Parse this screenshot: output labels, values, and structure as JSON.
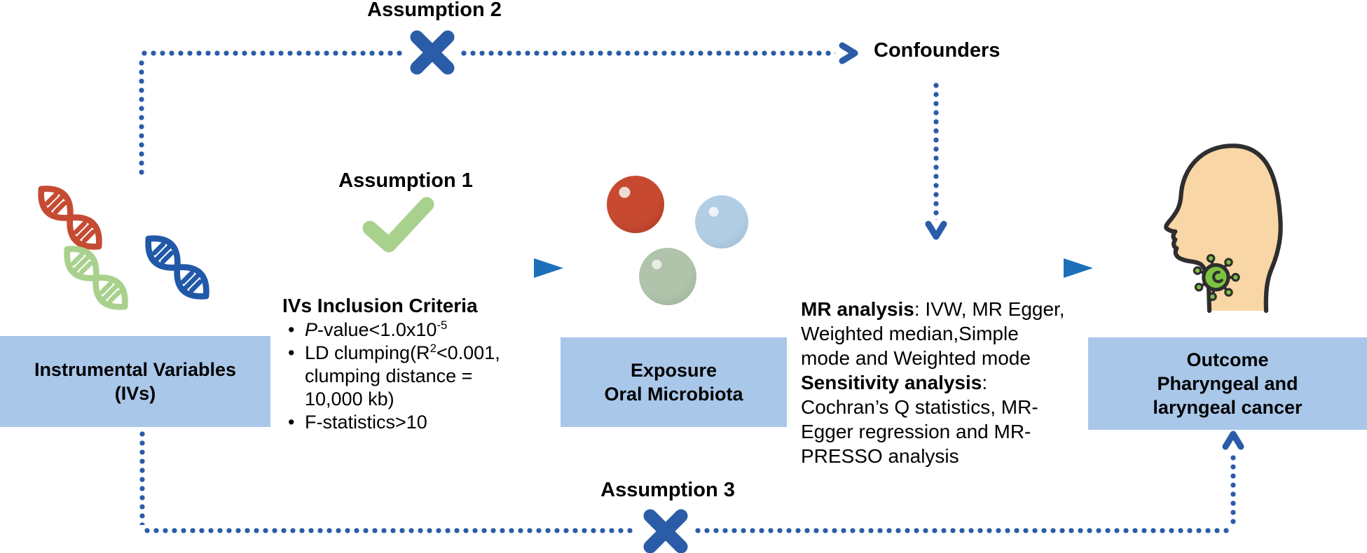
{
  "labels": {
    "assumption1": "Assumption 1",
    "assumption2": "Assumption 2",
    "assumption3": "Assumption 3",
    "confounders": "Confounders"
  },
  "iv_box": {
    "line1": "Instrumental Variables",
    "line2": "(IVs)"
  },
  "exposure_box": {
    "line1": "Exposure",
    "line2": "Oral Microbiota"
  },
  "outcome_box": {
    "line1": "Outcome",
    "line2": "Pharyngeal and",
    "line3": "laryngeal cancer"
  },
  "criteria": {
    "heading": "IVs Inclusion Criteria",
    "bullet": "•",
    "b1_italic": "P",
    "b1_text": "-value<1.0x10",
    "b1_sup": "-5",
    "b2_text": "LD clumping(R",
    "b2_sup": "2",
    "b2_tail": "<0.001,",
    "b2_line2": "clumping distance =",
    "b2_line3": "10,000 kb)",
    "b3_text": "F-statistics>10"
  },
  "mr_block": {
    "l1_bold": "MR analysis",
    "l1_rest": ": IVW, MR Egger,",
    "l2": "Weighted median,Simple",
    "l3": "mode and Weighted mode",
    "l4_bold": "Sensitivity analysis",
    "l4_rest": ":",
    "l5": "Cochran’s Q statistics, MR-",
    "l6": "Egger regression and  MR-",
    "l7": "PRESSO analysis"
  },
  "icons": {
    "dna": "dna-helix-icon",
    "microbes": "microbe-circle-icon",
    "check": "checkmark-icon",
    "cross": "x-mark-icon",
    "arrow": "gradient-arrow-icon",
    "head": "head-profile-icon",
    "virus": "virus-icon"
  },
  "colors": {
    "blue": "#2a5ca8",
    "boxBlue": "#a9c7e9",
    "arrowGreen": "#2aa54e",
    "arrowBlue": "#1e6fba",
    "checkGreen": "#a9d18e",
    "dnaRed": "#c54b33",
    "dnaGreen": "#a9d18e",
    "dnaBlue": "#2159a8",
    "skin": "#f9d6a5",
    "virusGreen": "#7dc242",
    "outline": "#2e2e2e",
    "text": "#000000"
  }
}
